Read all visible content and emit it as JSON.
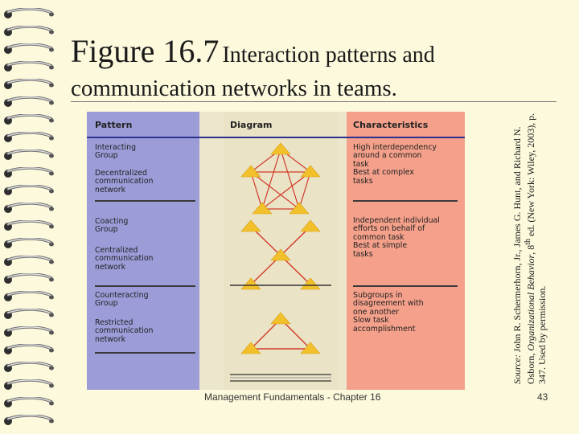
{
  "title": {
    "number": "Figure 16.7",
    "line1_rest": "Interaction patterns and",
    "line2": "communication networks in teams."
  },
  "figure": {
    "headers": {
      "pattern": "Pattern",
      "diagram": "Diagram",
      "characteristics": "Characteristics"
    },
    "rows": [
      {
        "pattern_name": [
          "Interacting",
          "Group"
        ],
        "network_name": [
          "Decentralized",
          "communication",
          "network"
        ],
        "characteristics": [
          "High interdependency",
          "around a common",
          "task",
          "Best at complex",
          "tasks"
        ]
      },
      {
        "pattern_name": [
          "Coacting",
          "Group"
        ],
        "network_name": [
          "Centralized",
          "communication",
          "network"
        ],
        "characteristics": [
          "Independent individual",
          "efforts on behalf of",
          "common task",
          "Best at simple",
          "tasks"
        ]
      },
      {
        "pattern_name": [
          "Counteracting",
          "Group"
        ],
        "network_name": [
          "Restricted",
          "communication",
          "network"
        ],
        "characteristics": [
          "Subgroups in",
          "disagreement with",
          "one another",
          "Slow task",
          "accomplishment"
        ]
      }
    ],
    "colors": {
      "pattern": "#9c9cd9",
      "diagram": "#eae3c6",
      "characteristics": "#f4a08a",
      "node": "#f2c02a",
      "link": "#d23a2a"
    }
  },
  "source": {
    "label": "Source:",
    "part1": "John R. Schermerhorn, Jr., James G. Hunt, and Richard N. Osborn,",
    "book": "Organizational Behavior",
    "part2": ", 8",
    "sup": "th",
    "part3": " ed. (New York: Wiley, 2003), p. 347. Used by permission."
  },
  "footer": {
    "text": "Management Fundamentals - Chapter 16",
    "page": "43"
  },
  "icons": {
    "binding": "spiral-binding-ring-icon",
    "node": "triangle-node-icon"
  }
}
